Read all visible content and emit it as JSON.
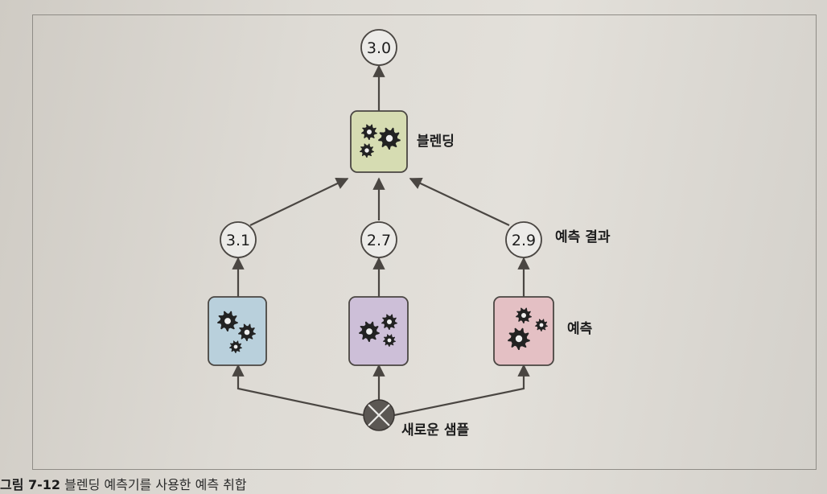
{
  "nodes": {
    "output": {
      "value": "3.0"
    },
    "blender": {
      "label": "블렌딩",
      "color": "#d6dcb2"
    },
    "predictions": [
      {
        "value": "3.1"
      },
      {
        "value": "2.7"
      },
      {
        "value": "2.9"
      }
    ],
    "prediction_label": "예측 결과",
    "predictors": [
      {
        "color": "#b9d0dc"
      },
      {
        "color": "#cdbfd8"
      },
      {
        "color": "#e4c0c4"
      }
    ],
    "predictor_label": "예측",
    "new_sample": {
      "label": "새로운 샘플"
    }
  },
  "caption": {
    "number": "그림 7-12",
    "text": "블렌딩 예측기를 사용한 예측 취합"
  },
  "colors": {
    "node_fill": "#ecebe8",
    "edge": "#4a4642",
    "frame": "#8f8c86"
  },
  "icons": [
    "gears-icon",
    "cross-circle-icon"
  ]
}
